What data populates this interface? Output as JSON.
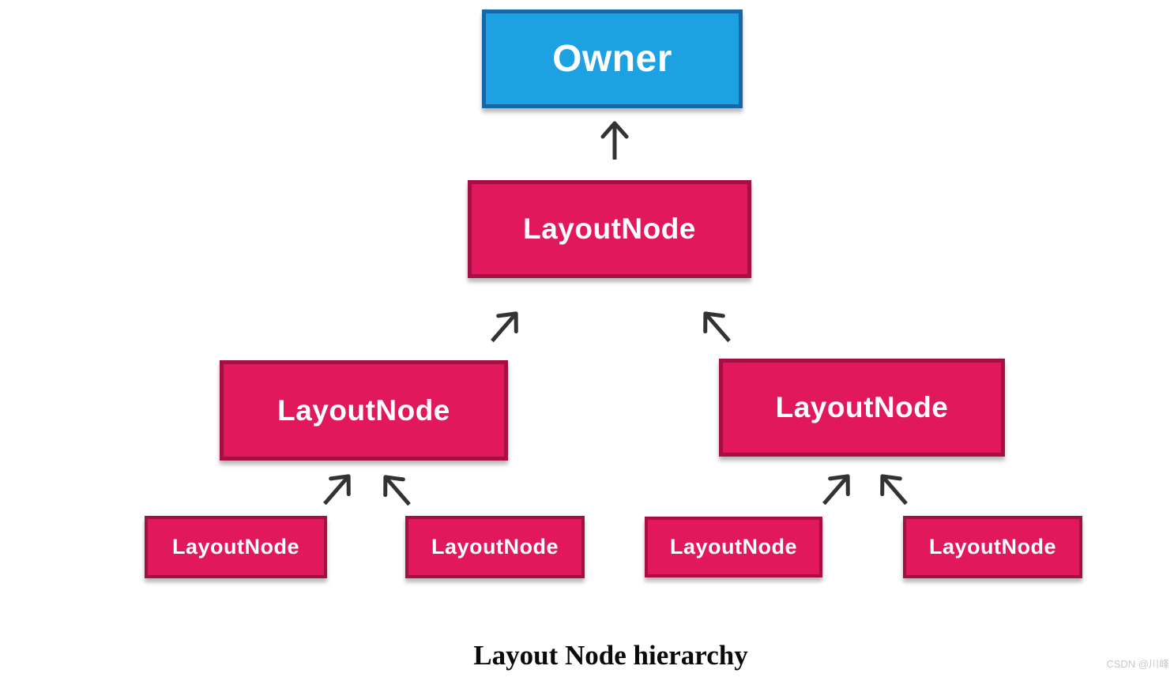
{
  "diagram": {
    "caption": "Layout Node hierarchy",
    "watermark": "CSDN @川峰",
    "nodes": {
      "owner": {
        "label": "Owner"
      },
      "root": {
        "label": "LayoutNode"
      },
      "mid_left": {
        "label": "LayoutNode"
      },
      "mid_right": {
        "label": "LayoutNode"
      },
      "leaf_1": {
        "label": "LayoutNode"
      },
      "leaf_2": {
        "label": "LayoutNode"
      },
      "leaf_3": {
        "label": "LayoutNode"
      },
      "leaf_4": {
        "label": "LayoutNode"
      }
    },
    "colors": {
      "background": "#ffffff",
      "owner_fill": "#1da1e2",
      "owner_border": "#1468a8",
      "node_fill": "#e2185c",
      "node_border": "#a50f45",
      "arrow": "#333333",
      "caption_text": "#0a0a0a",
      "watermark_text": "#c9c9c9"
    }
  }
}
